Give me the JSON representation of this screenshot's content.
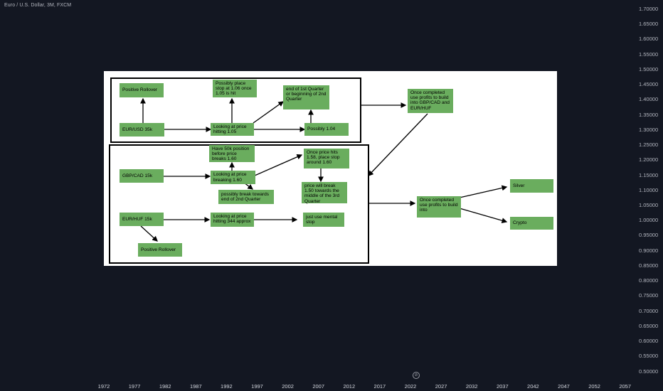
{
  "header": {
    "title": "Euro / U.S. Dollar, 3M, FXCM"
  },
  "chart_data": {
    "type": "line",
    "title": "Euro / U.S. Dollar, 3M, FXCM",
    "x_tick_labels": [
      "1972",
      "1977",
      "1982",
      "1987",
      "1992",
      "1997",
      "2002",
      "2007",
      "2012",
      "2017",
      "2022",
      "2027",
      "2032",
      "2037",
      "2042",
      "2047",
      "2052",
      "2057"
    ],
    "y_tick_labels": [
      "1.70000",
      "1.65000",
      "1.60000",
      "1.55000",
      "1.50000",
      "1.45000",
      "1.40000",
      "1.35000",
      "1.30000",
      "1.25000",
      "1.20000",
      "1.15000",
      "1.10000",
      "1.05000",
      "1.00000",
      "0.95000",
      "0.90000",
      "0.85000",
      "0.80000",
      "0.75000",
      "0.70000",
      "0.65000",
      "0.60000",
      "0.55000",
      "0.50000"
    ],
    "ylim": [
      0.5,
      1.7
    ],
    "grid": false
  },
  "diagram": {
    "nodes": {
      "positive_rollover_1": "Positive Rollover",
      "eurusd": "EUR/USD 35k",
      "stop_106": "Possibly place stop at 1.06 once 1.05 is hit",
      "looking_105": "Looking at price hitting 1.05",
      "end_q1": "end of 1st Quarter or beginning of 2nd Quarter",
      "possibly_104": "Possibly 1.04",
      "once_completed_1": "Once completed use profits to build into GBP/CAD and EUR/HUF",
      "have_50k": "Have 50k position before price breaks 1.60",
      "gbpcad": "GBP/CAD 15k",
      "looking_160": "Looking at price breaking 1.60",
      "possibly_break": "possibly break towards end of 2nd Quarter",
      "once_158": "Once price hits 1.58, place stop around 1.60",
      "price_150": "price will break 1.50 towards the middle of the 3rd Quarter",
      "eurhuf": "EUR/HUF 15k",
      "looking_344": "Looking at price hitting 344 approx",
      "mental_stop": "just use mental stop",
      "positive_rollover_2": "Positive Rollover",
      "once_completed_2": "Once completed use profits to build into",
      "silver": "Silver",
      "crypto": "Crypto"
    }
  }
}
